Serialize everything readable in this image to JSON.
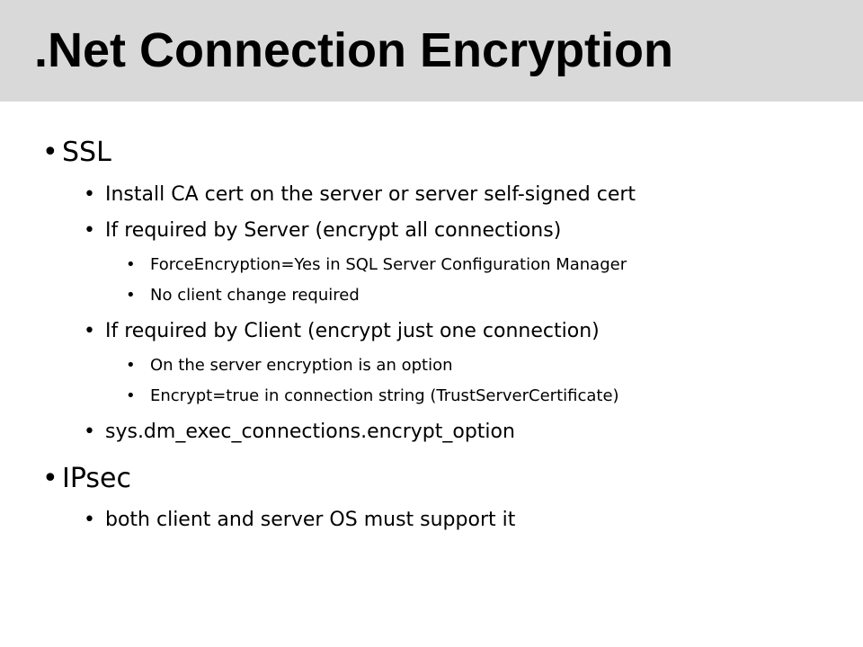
{
  "slide": {
    "title": ".Net Connection Encryption",
    "title_bar_color": "#d9d9d9",
    "bullet_glyph": "•",
    "bullets": [
      {
        "text": "SSL"
      },
      {
        "text": "Install CA cert on the server or server self-signed cert"
      },
      {
        "text": "If required by Server (encrypt all connections)"
      },
      {
        "text": "ForceEncryption=Yes in SQL Server Configuration Manager"
      },
      {
        "text": "No client change required"
      },
      {
        "text": "If required by Client (encrypt just one connection)"
      },
      {
        "text": "On the server encryption is an option"
      },
      {
        "text": "Encrypt=true in connection string (TrustServerCertificate)"
      },
      {
        "text": "sys.dm_exec_connections.encrypt_option"
      },
      {
        "text": "IPsec"
      },
      {
        "text": "both client and server OS must support it"
      }
    ]
  }
}
